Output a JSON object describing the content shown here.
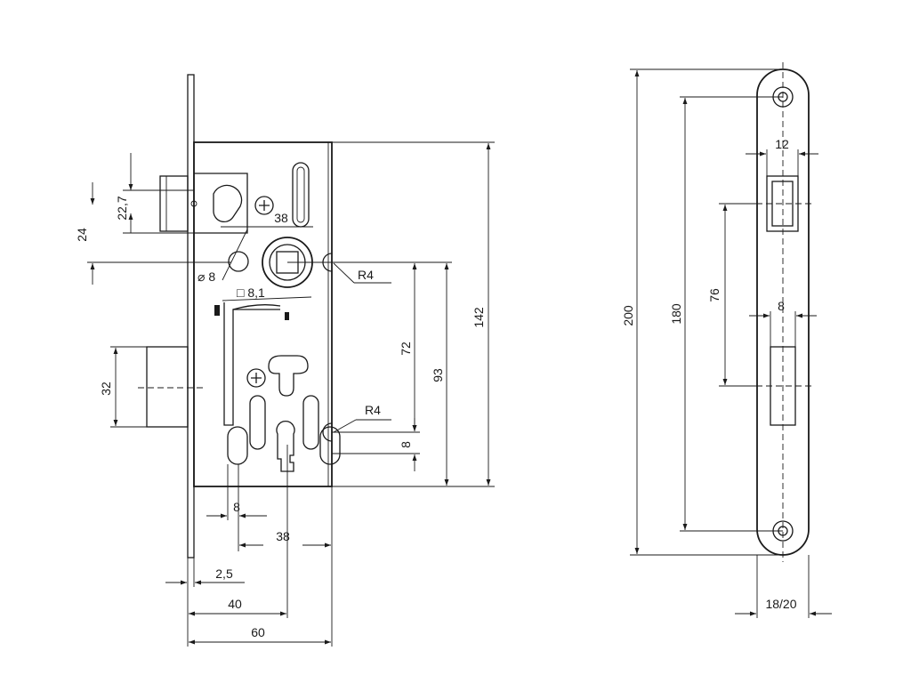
{
  "lock_body": {
    "dimensions": {
      "latch_offset": "22,7",
      "latch_height": "24",
      "follower_spacing": "38",
      "hole_diameter": "⌀ 8",
      "square_spindle": "□ 8,1",
      "radius_top": "R4",
      "radius_bottom": "R4",
      "bolt_height": "32",
      "distance_72": "72",
      "distance_93": "93",
      "height_142": "142",
      "slot_8_right": "8",
      "slot_8_bottom": "8",
      "spacing_38_bottom": "38",
      "faceplate_thickness": "2,5",
      "backset": "40",
      "case_depth": "60"
    }
  },
  "faceplate": {
    "dimensions": {
      "total_length": "200",
      "screw_spacing": "180",
      "latch_to_bolt": "76",
      "latch_width": "12",
      "bolt_width": "8",
      "plate_width": "18/20"
    }
  }
}
